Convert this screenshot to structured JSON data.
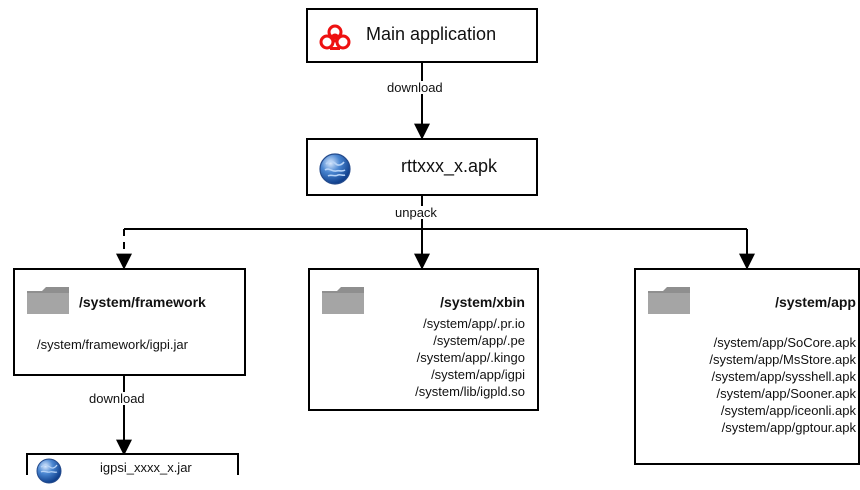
{
  "nodes": {
    "main": {
      "label": "Main application",
      "icon": "biohazard-icon"
    },
    "apk": {
      "label": "rttxxx_x.apk",
      "icon": "globe-icon"
    },
    "framework": {
      "title": "/system/framework",
      "items": [
        "/system/framework/igpi.jar"
      ],
      "icon": "folder-icon"
    },
    "xbin": {
      "title": "/system/xbin",
      "items": [
        "/system/app/.pr.io",
        "/system/app/.pe",
        "/system/app/.kingo",
        "/system/app/igpi",
        "/system/lib/igpld.so"
      ],
      "icon": "folder-icon"
    },
    "app": {
      "title": "/system/app",
      "items": [
        "/system/app/SoCore.apk",
        "/system/app/MsStore.apk",
        "/system/app/sysshell.apk",
        "/system/app/Sooner.apk",
        "/system/app/iceonli.apk",
        "/system/app/gptour.apk"
      ],
      "icon": "folder-icon"
    },
    "jar": {
      "label": "igpsi_xxxx_x.jar",
      "icon": "globe-icon"
    }
  },
  "edges": {
    "download_top": "download",
    "unpack": "unpack",
    "download_bottom": "download"
  },
  "colors": {
    "biohazard": "#e11",
    "folder": "#8f8f8f",
    "globe": "#2e69c7"
  }
}
